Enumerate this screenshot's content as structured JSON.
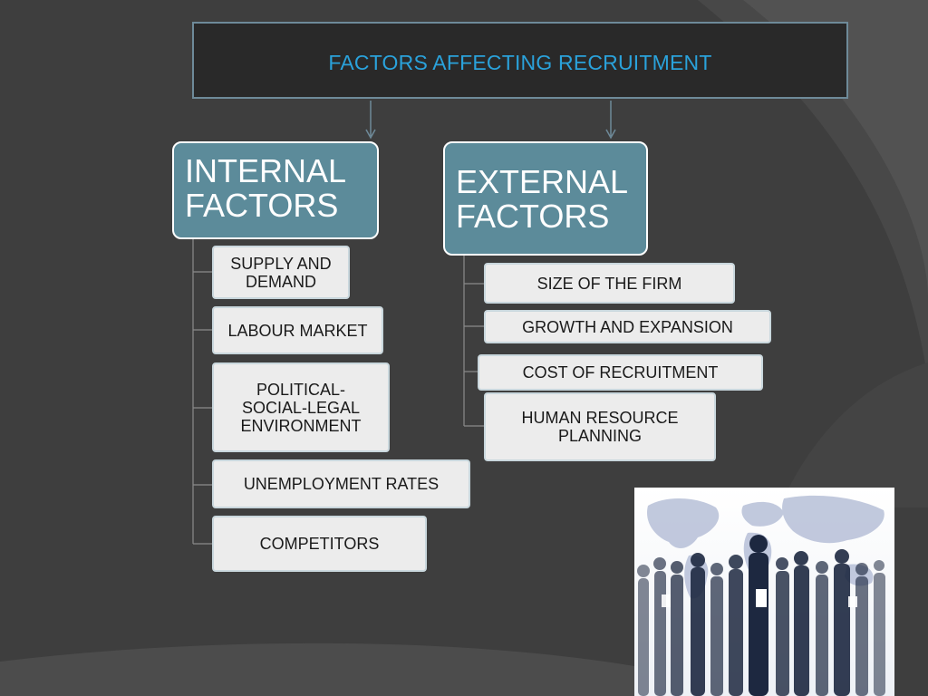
{
  "title": "FACTORS AFFECTING RECRUITMENT",
  "internal": {
    "label": "INTERNAL FACTORS",
    "items": [
      "SUPPLY AND DEMAND",
      "LABOUR MARKET",
      "POLITICAL-SOCIAL-LEGAL ENVIRONMENT",
      "UNEMPLOYMENT RATES",
      "COMPETITORS"
    ]
  },
  "external": {
    "label": "EXTERNAL FACTORS",
    "items": [
      "SIZE OF THE FIRM",
      "GROWTH AND EXPANSION",
      "COST OF RECRUITMENT",
      "HUMAN RESOURCE PLANNING"
    ]
  },
  "colors": {
    "title_text": "#2aa2db",
    "header_fill": "#5c8b9a",
    "item_fill": "#ececec",
    "background": "#3f3f3f"
  }
}
